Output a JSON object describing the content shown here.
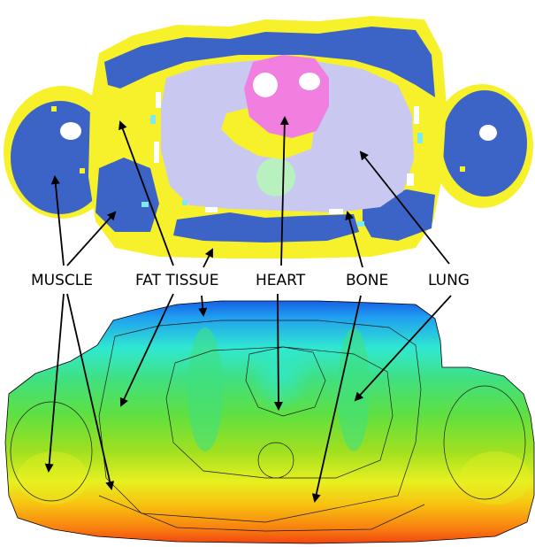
{
  "labels": {
    "muscle": "MUSCLE",
    "fat_tissue": "FAT TISSUE",
    "heart": "HEART",
    "bone": "BONE",
    "lung": "LUNG"
  },
  "tissue_colors": {
    "fat": "#F7F12B",
    "muscle": "#3C63C6",
    "lung": "#C8C8F0",
    "heart": "#F07FE0",
    "bone_bright": "#FFFFFF",
    "bone_cyan": "#7FE8F0",
    "spine_green": "#B8F0C0"
  },
  "field_colormap": [
    "#1040E0",
    "#20A0F0",
    "#30E8D0",
    "#40E080",
    "#60E040",
    "#A0E020",
    "#E8F020",
    "#F8C010",
    "#F88010",
    "#F03010"
  ]
}
